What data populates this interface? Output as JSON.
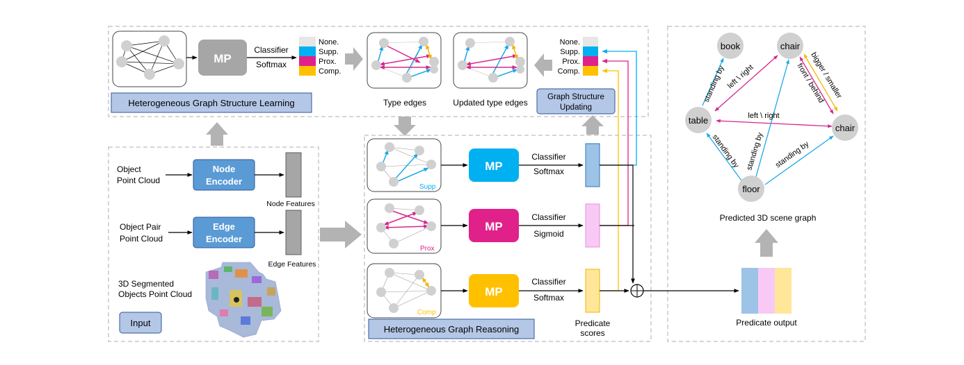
{
  "colors": {
    "mp_gray": "#a6a6a6",
    "mp_blue": "#00b0f0",
    "mp_pink": "#e0218a",
    "mp_yellow": "#ffc000",
    "encoder_blue": "#5b9bd5",
    "label_box_fill": "#b4c7e7",
    "none_gray": "#e7e6e6",
    "dashed_border": "#c8c8c8",
    "arrow_gray": "#b3b3b3",
    "node_gray": "#d0d0d0"
  },
  "structure_learning": {
    "mp_label": "MP",
    "classifier_label": "Classifier",
    "softmax_label": "Softmax",
    "legend": [
      "None.",
      "Supp.",
      "Prox.",
      "Comp."
    ],
    "section_label": "Heterogeneous Graph Structure Learning",
    "type_edges_label": "Type edges",
    "updated_type_edges_label": "Updated type edges",
    "updated_legend": [
      "None.",
      "Supp.",
      "Prox.",
      "Comp."
    ],
    "graph_update_label_line1": "Graph Structure",
    "graph_update_label_line2": "Updating"
  },
  "input": {
    "object_pc_line1": "Object",
    "object_pc_line2": "Point Cloud",
    "node_encoder_line1": "Node",
    "node_encoder_line2": "Encoder",
    "node_features": "Node Features",
    "object_pair_line1": "Object Pair",
    "object_pair_line2": "Point Cloud",
    "edge_encoder_line1": "Edge",
    "edge_encoder_line2": "Encoder",
    "edge_features": "Edge Features",
    "segmented_line1": "3D Segmented",
    "segmented_line2": "Objects Point Cloud",
    "input_label": "Input"
  },
  "reasoning": {
    "rows": [
      {
        "tag": "Supp",
        "mp": "MP",
        "classifier": "Classifier",
        "activation": "Softmax"
      },
      {
        "tag": "Prox",
        "mp": "MP",
        "classifier": "Classifier",
        "activation": "Sigmoid"
      },
      {
        "tag": "Comp",
        "mp": "MP",
        "classifier": "Classifier",
        "activation": "Softmax"
      }
    ],
    "section_label": "Heterogeneous Graph Reasoning",
    "predicate_scores_line1": "Predicate",
    "predicate_scores_line2": "scores"
  },
  "output": {
    "plus_symbol": "+",
    "predicate_output": "Predicate output",
    "scene_graph_title": "Predicted 3D scene graph",
    "nodes": [
      "book",
      "chair",
      "table",
      "chair",
      "floor"
    ],
    "edge_labels": [
      "standing by",
      "left \\ right",
      "bigger / smaller",
      "front / behind",
      "left \\ right",
      "standing by",
      "standing by",
      "standing by"
    ]
  }
}
